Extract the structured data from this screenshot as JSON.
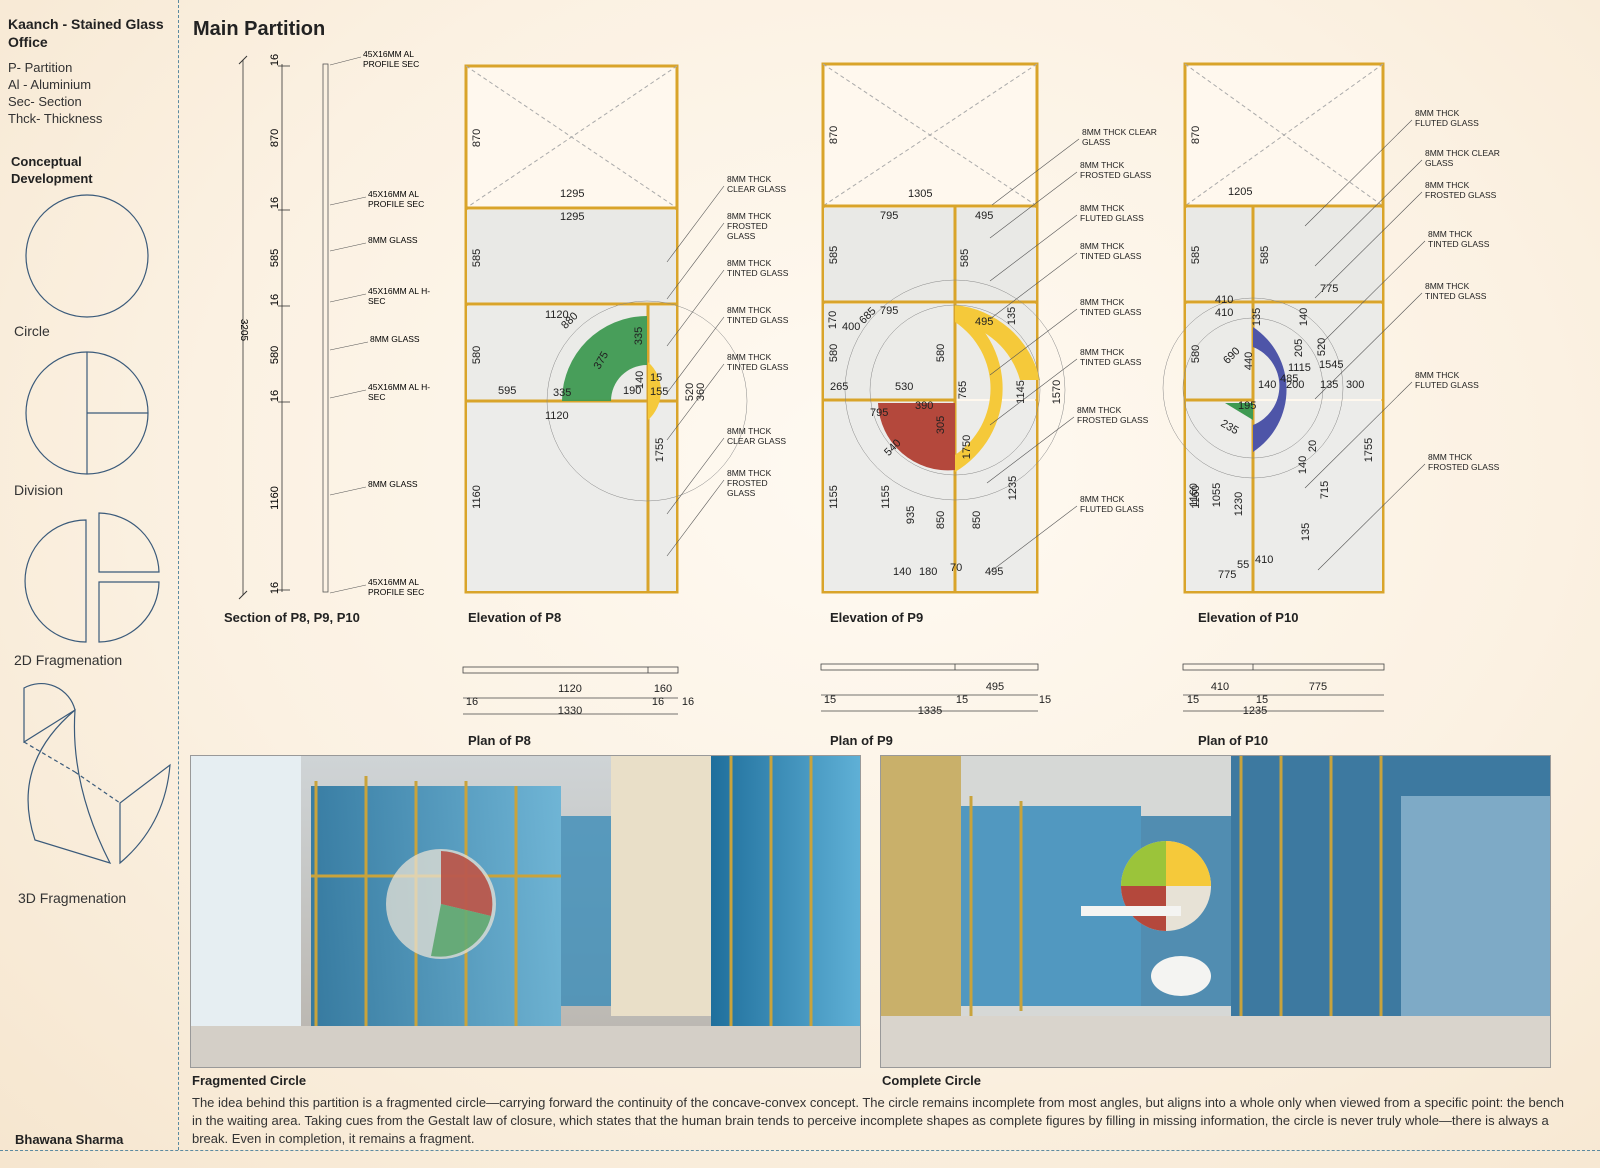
{
  "sidebar": {
    "title": "Kaanch - Stained Glass Office",
    "legend": [
      "P- Partition",
      "Al - Aluminium",
      "Sec- Section",
      "Thck- Thickness"
    ],
    "concept_title": "Conceptual Development",
    "concepts": [
      "Circle",
      "Division",
      "2D Fragmenation",
      "3D Fragmenation"
    ],
    "author": "Bhawana Sharma"
  },
  "main_title": "Main Partition",
  "captions": {
    "section": "Section of P8, P9, P10",
    "elev_p8": "Elevation of P8",
    "elev_p9": "Elevation of P9",
    "elev_p10": "Elevation of P10",
    "plan_p8": "Plan of P8",
    "plan_p9": "Plan of P9",
    "plan_p10": "Plan of P10",
    "photo1": "Fragmented Circle",
    "photo2": "Complete Circle"
  },
  "section": {
    "dims": [
      "16",
      "870",
      "16",
      "585",
      "16",
      "580",
      "16",
      "1160",
      "16"
    ],
    "overall": "3205",
    "labels": [
      "45X16MM AL PROFILE SEC",
      "45X16MM AL PROFILE SEC",
      "8MM GLASS",
      "45X16MM AL H- SEC",
      "8MM GLASS",
      "45X16MM AL H- SEC",
      "8MM GLASS",
      "45X16MM AL PROFILE SEC"
    ]
  },
  "p8": {
    "dims": [
      "870",
      "585",
      "580",
      "1160",
      "1295",
      "1295",
      "1120",
      "1120",
      "595",
      "335",
      "190",
      "880",
      "375",
      "335",
      "140",
      "15",
      "155",
      "520",
      "360",
      "1755"
    ],
    "labels": [
      "8MM THCK CLEAR GLASS",
      "8MM THCK FROSTED GLASS",
      "8MM THCK TINTED GLASS",
      "8MM THCK TINTED GLASS",
      "8MM THCK TINTED GLASS",
      "8MM THCK CLEAR GLASS",
      "8MM THCK FROSTED GLASS"
    ]
  },
  "p9": {
    "dims": [
      "870",
      "585",
      "580",
      "1155",
      "1305",
      "795",
      "495",
      "585",
      "170",
      "685",
      "795",
      "400",
      "495",
      "135",
      "580",
      "265",
      "530",
      "765",
      "1145",
      "1570",
      "795",
      "390",
      "305",
      "540",
      "1750",
      "1155",
      "935",
      "850",
      "850",
      "1235",
      "140",
      "180",
      "70",
      "495"
    ],
    "labels": [
      "8MM THCK CLEAR GLASS",
      "8MM THCK FROSTED GLASS",
      "8MM THCK FLUTED GLASS",
      "8MM THCK TINTED GLASS",
      "8MM THCK TINTED GLASS",
      "8MM THCK TINTED GLASS",
      "8MM THCK FROSTED GLASS",
      "8MM THCK FLUTED GLASS"
    ]
  },
  "p10": {
    "dims": [
      "870",
      "585",
      "580",
      "1160",
      "1205",
      "585",
      "410",
      "775",
      "410",
      "135",
      "140",
      "690",
      "440",
      "205",
      "520",
      "1115",
      "1545",
      "485",
      "140",
      "200",
      "135",
      "300",
      "195",
      "235",
      "20",
      "140",
      "1755",
      "1160",
      "1055",
      "1230",
      "715",
      "135",
      "55",
      "410",
      "775"
    ],
    "labels": [
      "8MM THCK FLUTED GLASS",
      "8MM THCK CLEAR GLASS",
      "8MM THCK FROSTED GLASS",
      "8MM THCK TINTED GLASS",
      "8MM THCK TINTED GLASS",
      "8MM THCK FLUTED GLASS",
      "8MM THCK FROSTED GLASS"
    ]
  },
  "plans": {
    "p8": [
      "1120",
      "160",
      "16",
      "16",
      "16",
      "1330"
    ],
    "p9": [
      "495",
      "15",
      "15",
      "15",
      "1335"
    ],
    "p10": [
      "410",
      "775",
      "15",
      "15",
      "1235"
    ]
  },
  "description": "The idea behind this partition is a fragmented circle—carrying forward the continuity of the concave-convex concept. The circle remains incomplete from most angles, but aligns into a whole only when viewed from a specific point: the bench in the waiting area. Taking cues from the Gestalt law of closure, which states that the human brain tends to perceive incomplete shapes as complete figures by filling in missing information, the circle is never truly whole—there is always a break. Even in completion, it remains a fragment.",
  "colors": {
    "frame": "#d9a42a",
    "green": "#3f9a52",
    "yellow": "#f5c93a",
    "red": "#b4483c",
    "blue": "#4e55a8",
    "glass": "#e9e9e6"
  }
}
